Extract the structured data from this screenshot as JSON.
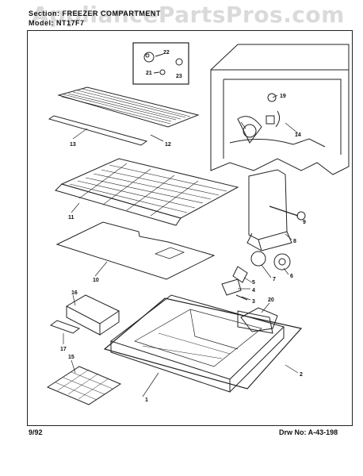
{
  "header": {
    "section_line": "Section: FREEZER COMPARTMENT",
    "model_line": "Model: NT17F7"
  },
  "watermark": "AppliancePartsPros.com",
  "footer": {
    "date": "9/92",
    "drawing_number": "Drw No: A-43-198"
  },
  "callouts": [
    "1",
    "2",
    "3",
    "4",
    "5",
    "6",
    "7",
    "8",
    "9",
    "10",
    "11",
    "12",
    "13",
    "14",
    "15",
    "16",
    "17",
    "19",
    "20",
    "21",
    "22",
    "23"
  ]
}
